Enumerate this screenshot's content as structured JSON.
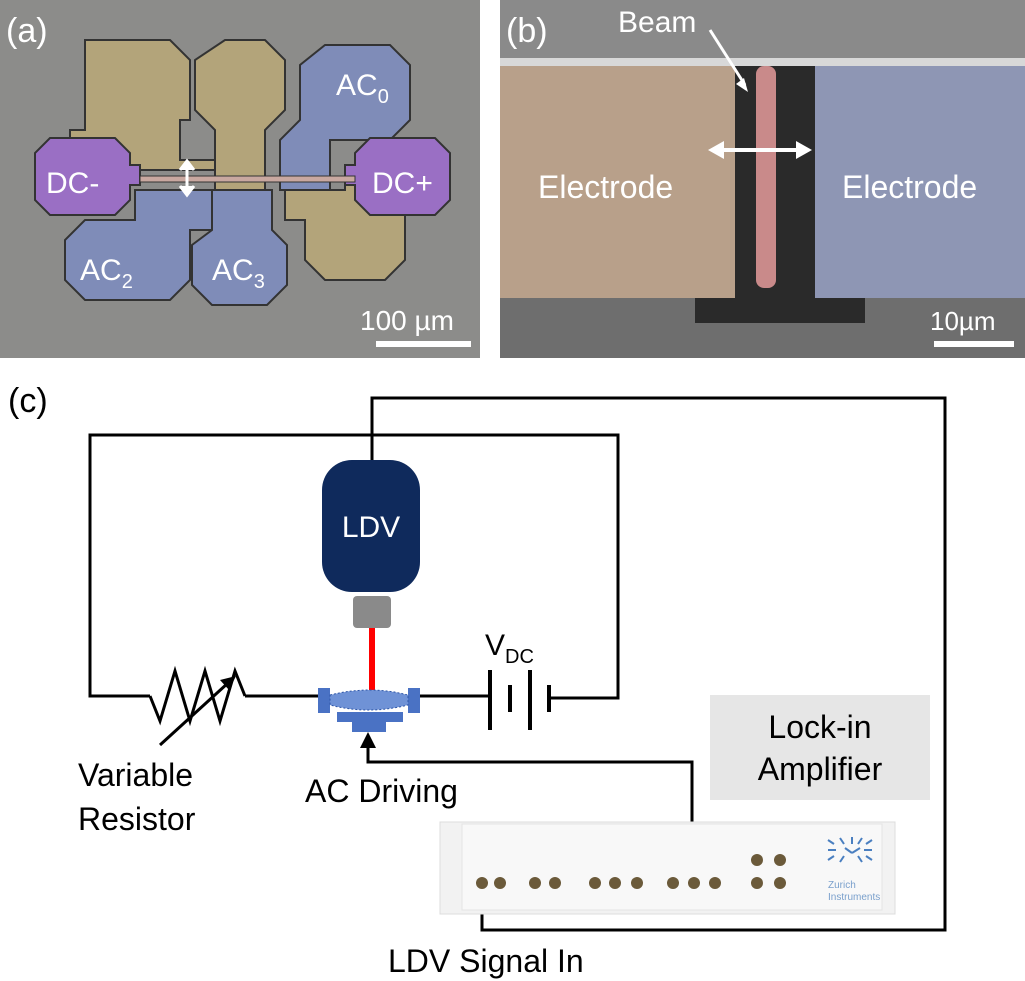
{
  "panel_a": {
    "label": "(a)",
    "pads": {
      "dc_minus": "DC-",
      "dc_plus": "DC+",
      "ac0_base": "AC",
      "ac0_sub": "0",
      "ac2_base": "AC",
      "ac2_sub": "2",
      "ac3_base": "AC",
      "ac3_sub": "3"
    },
    "scale_bar": "100 µm",
    "colors": {
      "background": "#8c8c8a",
      "gold": "#b3a47a",
      "blue": "#7f8cb8",
      "purple": "#9a6fc4"
    }
  },
  "panel_b": {
    "label": "(b)",
    "beam_label": "Beam",
    "electrode_left": "Electrode",
    "electrode_right": "Electrode",
    "scale_bar": "10µm"
  },
  "panel_c": {
    "label": "(c)",
    "ldv_label": "LDV",
    "vdc_base": "V",
    "vdc_sub": "DC",
    "variable_resistor_line1": "Variable",
    "variable_resistor_line2": "Resistor",
    "ac_driving": "AC Driving",
    "lockin_line1": "Lock-in",
    "lockin_line2": "Amplifier",
    "ldv_signal_in": "LDV Signal In",
    "instrument_brand_line1": "Zurich",
    "instrument_brand_line2": "Instruments",
    "colors": {
      "ldv": "#0f2a5c",
      "laser": "#ff0000",
      "device": "#4a72c4",
      "lockin_box": "#e6e6e6"
    }
  }
}
